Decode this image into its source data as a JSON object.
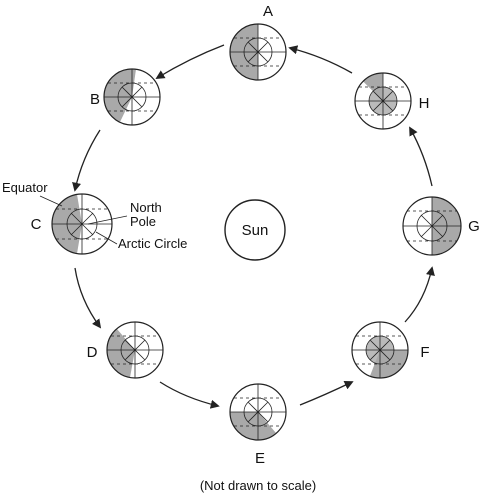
{
  "sun_label": "Sun",
  "caption": "(Not drawn to scale)",
  "positions": {
    "A": "A",
    "B": "B",
    "C": "C",
    "D": "D",
    "E": "E",
    "F": "F",
    "G": "G",
    "H": "H"
  },
  "callouts": {
    "equator": "Equator",
    "north_pole_line1": "North",
    "north_pole_line2": "Pole",
    "arctic_circle": "Arctic Circle"
  },
  "colors": {
    "night_side": "#a9a9a9",
    "day_side": "#ffffff",
    "lines": "#222222"
  }
}
